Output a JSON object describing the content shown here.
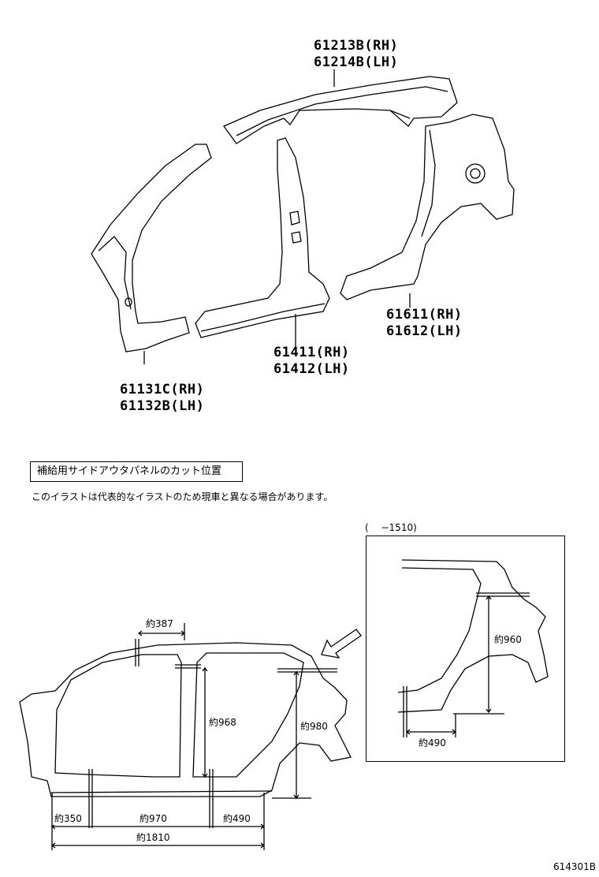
{
  "parts": {
    "roof_side_rh": "61213B(RH)",
    "roof_side_lh": "61214B(LH)",
    "front_pillar_rh": "61131C(RH)",
    "front_pillar_lh": "61132B(LH)",
    "rocker_rh": "61411(RH)",
    "rocker_lh": "61412(LH)",
    "quarter_rh": "61611(RH)",
    "quarter_lh": "61612(LH)"
  },
  "notice": {
    "title": "補給用サイドアウタパネルのカット位置",
    "subtitle": "このイラストは代表的なイラストのため現車と異なる場合があります。"
  },
  "inset": {
    "caption": "(　 −1510)",
    "dim_height": "約960",
    "dim_width": "約490"
  },
  "dimensions": {
    "roof_cut": "約387",
    "center_height": "約968",
    "rear_height": "約980",
    "front_len": "約350",
    "middle_len": "約970",
    "rear_len": "約490",
    "total_len": "約1810"
  },
  "reference_code": "614301B"
}
